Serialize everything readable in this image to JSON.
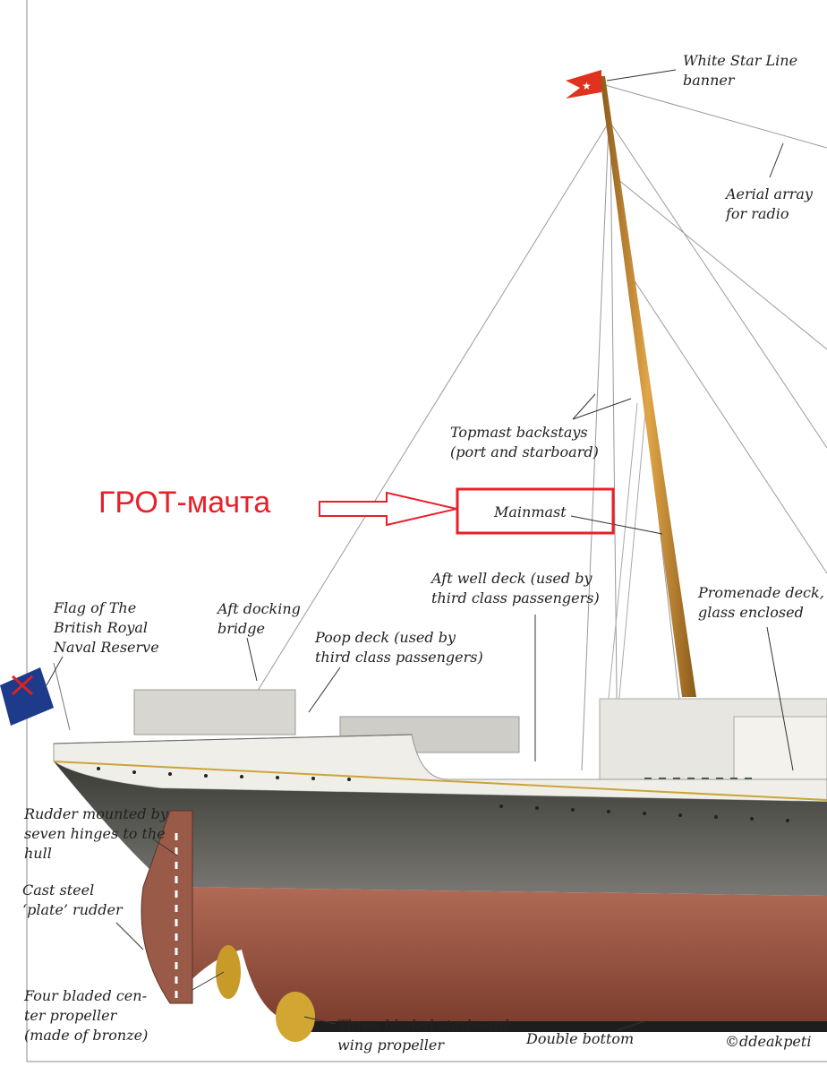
{
  "annotation": {
    "russian_label": "ГРОТ-мачта",
    "highlight_color": "#e8202a"
  },
  "labels": {
    "banner": [
      "White Star Line",
      "banner"
    ],
    "aerial": [
      "Aerial array",
      "for radio"
    ],
    "backstays": [
      "Topmast backstays",
      "(port and starboard)"
    ],
    "mainmast": [
      "Mainmast"
    ],
    "aft_well": [
      "Aft well deck (used by",
      "third class passengers)"
    ],
    "promenade": [
      "Promenade deck,",
      "glass enclosed"
    ],
    "flag": [
      "Flag of The",
      "British Royal",
      "Naval Reserve"
    ],
    "docking": [
      "Aft docking",
      "bridge"
    ],
    "poop": [
      "Poop deck (used by",
      "third class passengers)"
    ],
    "rudder_hinges": [
      "Rudder mounted by",
      "seven hinges to the",
      "hull"
    ],
    "rudder": [
      "Cast steel",
      "‘plate’ rudder"
    ],
    "center_prop": [
      "Four bladed cen-",
      "ter propeller",
      "(made of bronze)"
    ],
    "wing_prop": [
      "Three bladed starboard",
      "wing propeller"
    ],
    "double_bottom": [
      "Double bottom"
    ],
    "credit": [
      "©ddeakpeti"
    ]
  }
}
